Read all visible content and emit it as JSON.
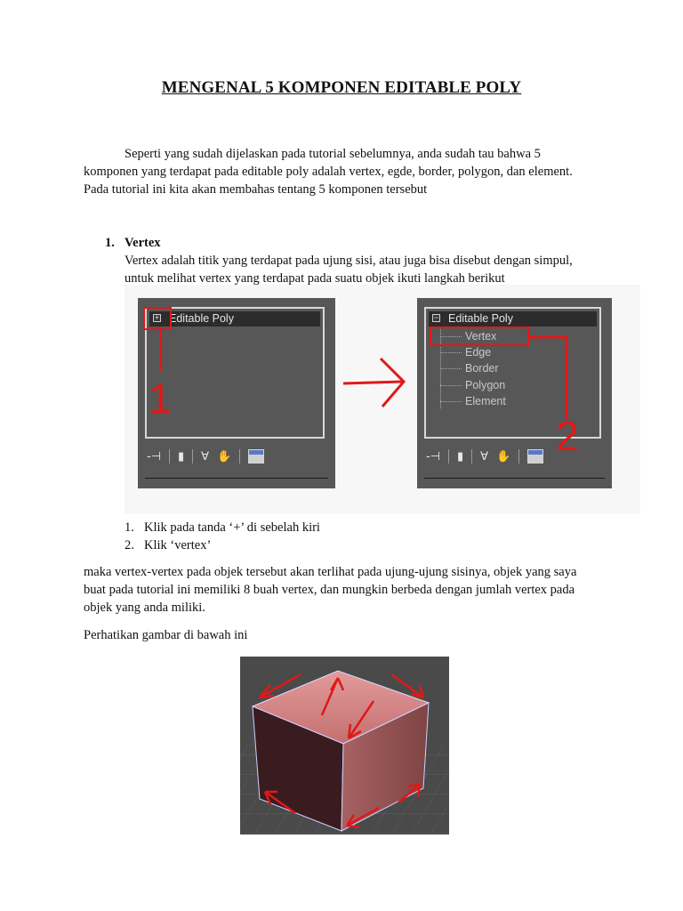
{
  "document": {
    "title": "MENGENAL 5 KOMPONEN EDITABLE POLY",
    "intro": "Seperti yang sudah dijelaskan pada tutorial sebelumnya, anda sudah tau bahwa 5 komponen yang terdapat pada editable poly adalah vertex, egde, border, polygon, dan element. Pada tutorial ini kita akan membahas tentang 5 komponen tersebut",
    "section": {
      "number": "1.",
      "title": "Vertex",
      "body": "Vertex adalah titik yang terdapat pada ujung sisi, atau juga bisa disebut dengan simpul, untuk melihat vertex yang terdapat pada suatu objek ikuti langkah berikut"
    },
    "steps": [
      {
        "num": "1.",
        "text": "Klik pada tanda ‘+’ di sebelah kiri"
      },
      {
        "num": "2.",
        "text": "Klik ‘vertex’"
      }
    ],
    "para2": "maka vertex-vertex pada objek tersebut akan terlihat pada ujung-ujung sisinya, objek yang saya buat pada tutorial ini memiliki 8 buah vertex, dan mungkin berbeda dengan jumlah vertex pada objek yang anda miliki.",
    "para3": "Perhatikan  gambar di bawah ini"
  },
  "figure": {
    "panel_before": {
      "root": "Editable Poly",
      "expander": "+",
      "marker": "1"
    },
    "panel_after": {
      "root": "Editable Poly",
      "expander": "−",
      "items": [
        "Vertex",
        "Edge",
        "Border",
        "Polygon",
        "Element"
      ],
      "marker": "2"
    },
    "toolbar_icons": [
      "pin-icon",
      "pipe-icon",
      "funnel-icon",
      "hand-icon",
      "modifier-box-icon"
    ],
    "annotation_color": "#e11818",
    "panel_color": "#575757"
  },
  "cube_figure": {
    "face_color": "#c97a7a",
    "background": "#4a4a4a"
  }
}
